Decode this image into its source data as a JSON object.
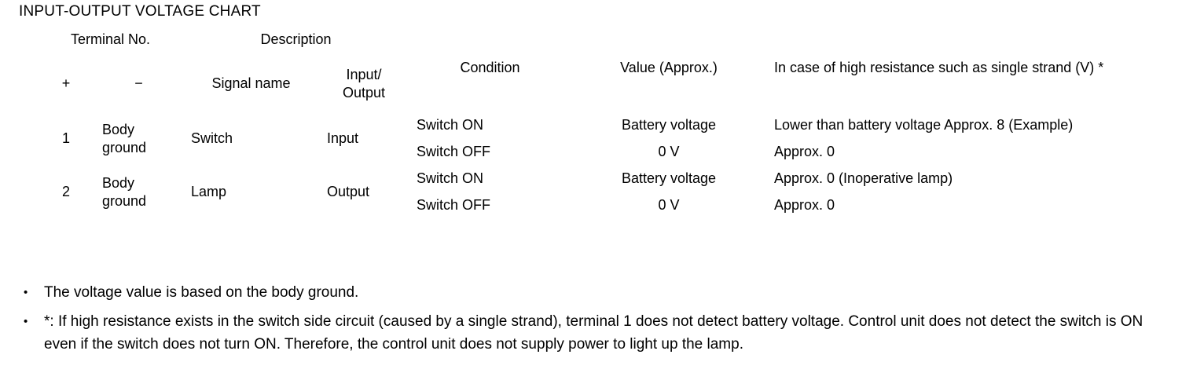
{
  "title": "INPUT-OUTPUT VOLTAGE CHART",
  "table": {
    "header": {
      "terminal_no": "Terminal No.",
      "description": "Description",
      "plus": "+",
      "minus": "−",
      "signal_name": "Signal name",
      "input_output_line1": "Input/",
      "input_output_line2": "Output",
      "condition": "Condition",
      "value_approx": "Value (Approx.)",
      "high_resistance": "In case of high resistance such as single strand (V) *"
    },
    "rows": [
      {
        "terminal": "1",
        "ground": "Body ground",
        "ground_line1": "Body",
        "ground_line2": "ground",
        "signal_name": "Switch",
        "input_output": "Input",
        "subrows": [
          {
            "condition": "Switch ON",
            "value": "Battery voltage",
            "high_resistance": "Lower than battery voltage Approx. 8 (Example)"
          },
          {
            "condition": "Switch OFF",
            "value": "0 V",
            "high_resistance": "Approx. 0"
          }
        ]
      },
      {
        "terminal": "2",
        "ground": "Body ground",
        "ground_line1": "Body",
        "ground_line2": "ground",
        "signal_name": "Lamp",
        "input_output": "Output",
        "subrows": [
          {
            "condition": "Switch ON",
            "value": "Battery voltage",
            "high_resistance": "Approx. 0 (Inoperative lamp)"
          },
          {
            "condition": "Switch OFF",
            "value": "0 V",
            "high_resistance": "Approx. 0"
          }
        ]
      }
    ]
  },
  "notes": {
    "bullet_glyph": "•",
    "items": [
      "The voltage value is based on the body ground.",
      "*: If high resistance exists in the switch side circuit (caused by a single strand), terminal 1 does not detect battery voltage. Control unit does not detect the switch is ON even if the switch does not turn ON. Therefore, the control unit does not supply power to light up the lamp."
    ]
  }
}
